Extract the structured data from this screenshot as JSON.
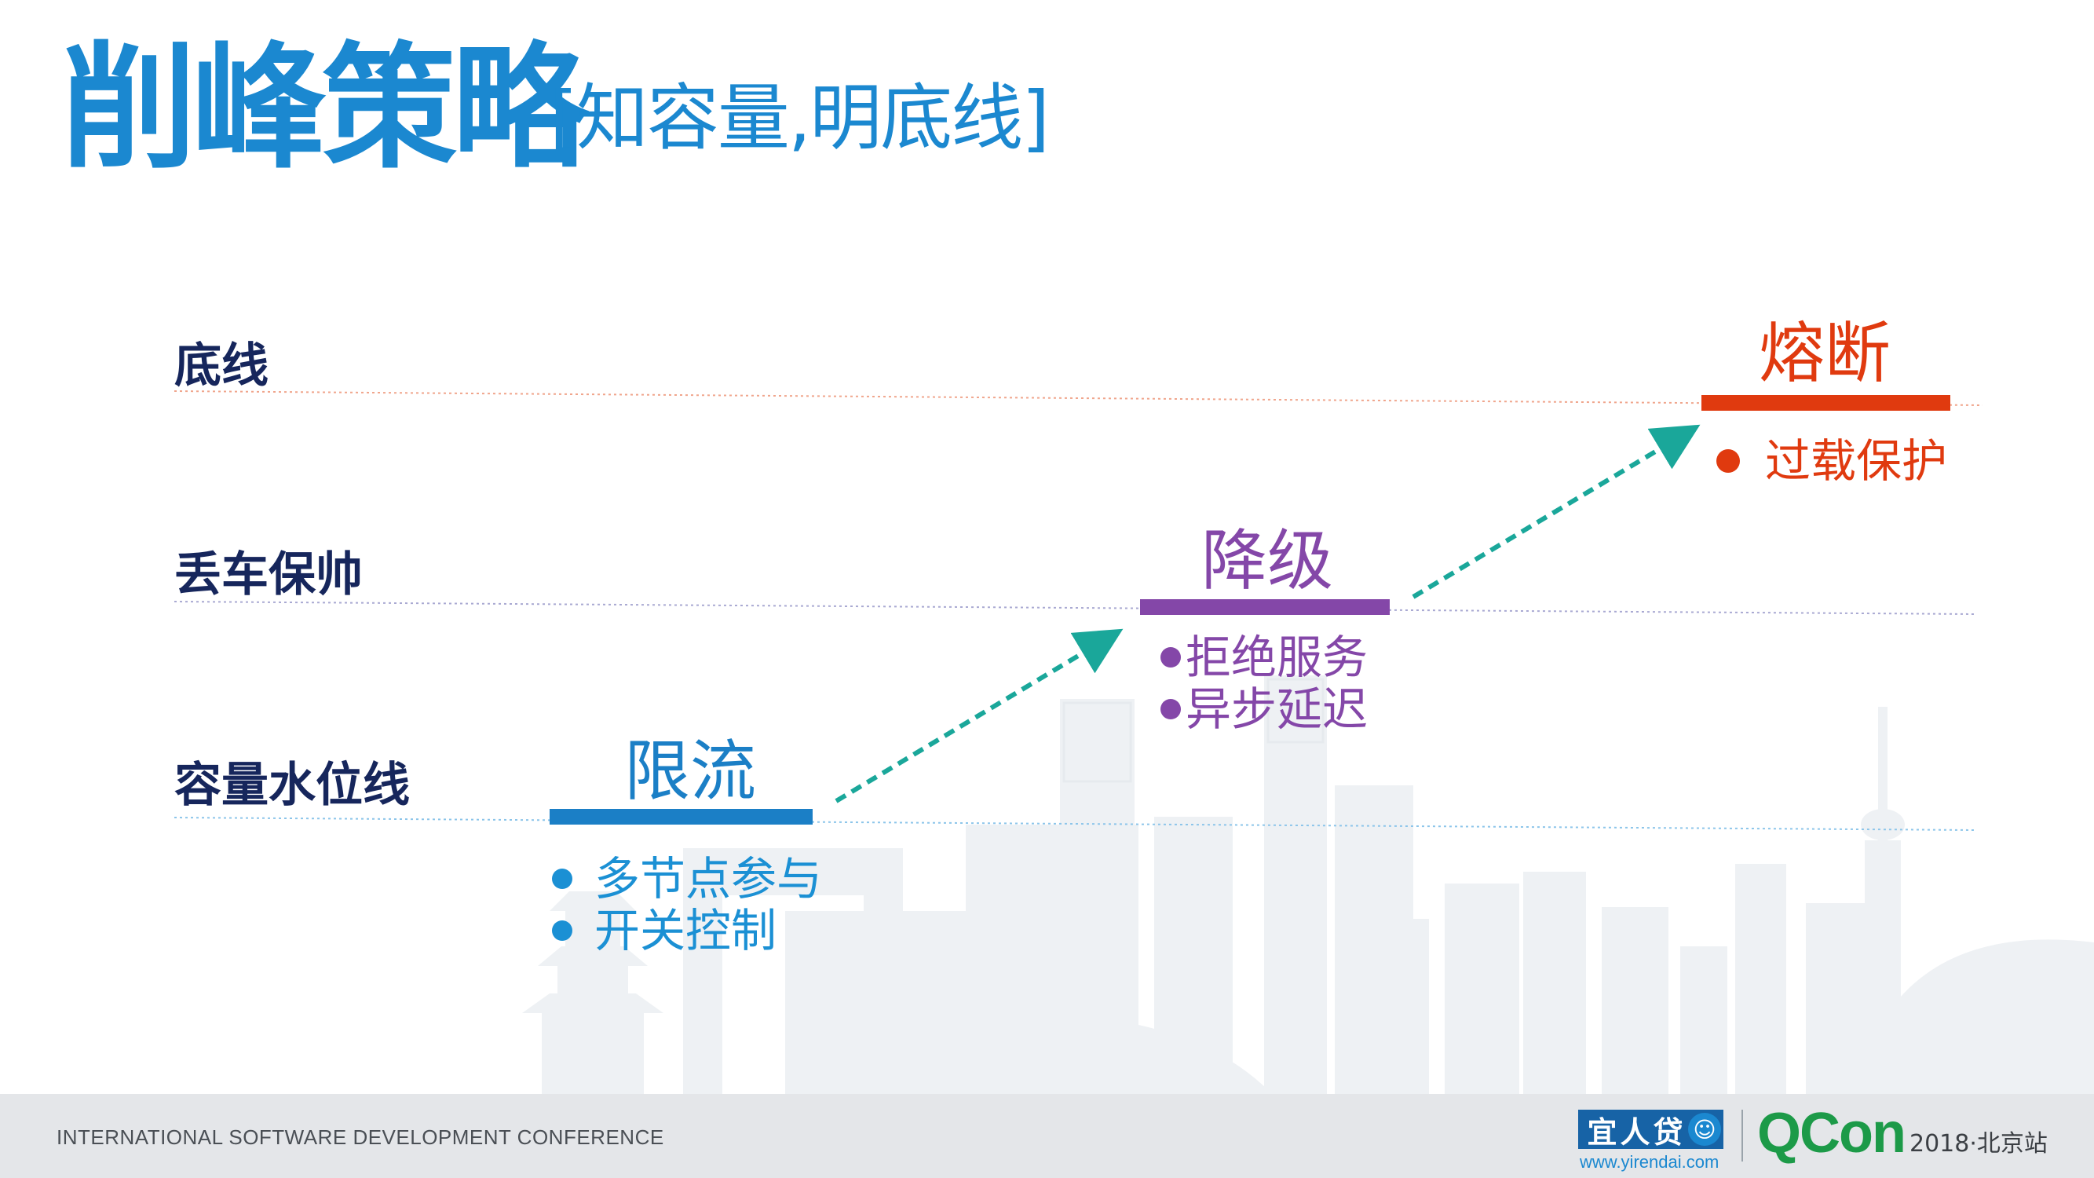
{
  "title": {
    "main": "削峰策略",
    "sub": "[知容量,明底线]"
  },
  "levels": {
    "bottom_line": "底线",
    "sacrifice": "丢车保帅",
    "capacity": "容量水位线"
  },
  "strategies": {
    "rate_limit": {
      "title": "限流",
      "color": "#1b7fc6",
      "bullets": [
        "多节点参与",
        "开关控制"
      ],
      "bullet_color": "#1b90d4"
    },
    "degrade": {
      "title": "降级",
      "color": "#8447a8",
      "bullets": [
        "拒绝服务",
        "异步延迟"
      ]
    },
    "circuit_break": {
      "title": "熔断",
      "color": "#e03a0f",
      "bullets": [
        "过载保护"
      ]
    }
  },
  "arrows": {
    "color": "#1aa79a"
  },
  "footer": {
    "conference": "INTERNATIONAL SOFTWARE DEVELOPMENT CONFERENCE",
    "sponsor_name": "宜人贷",
    "sponsor_url": "www.yirendai.com",
    "event_logo": "QCon",
    "event_edition": "2018·北京站"
  },
  "icons": [
    "skyline-illustration",
    "yirendai-logo-icon"
  ]
}
